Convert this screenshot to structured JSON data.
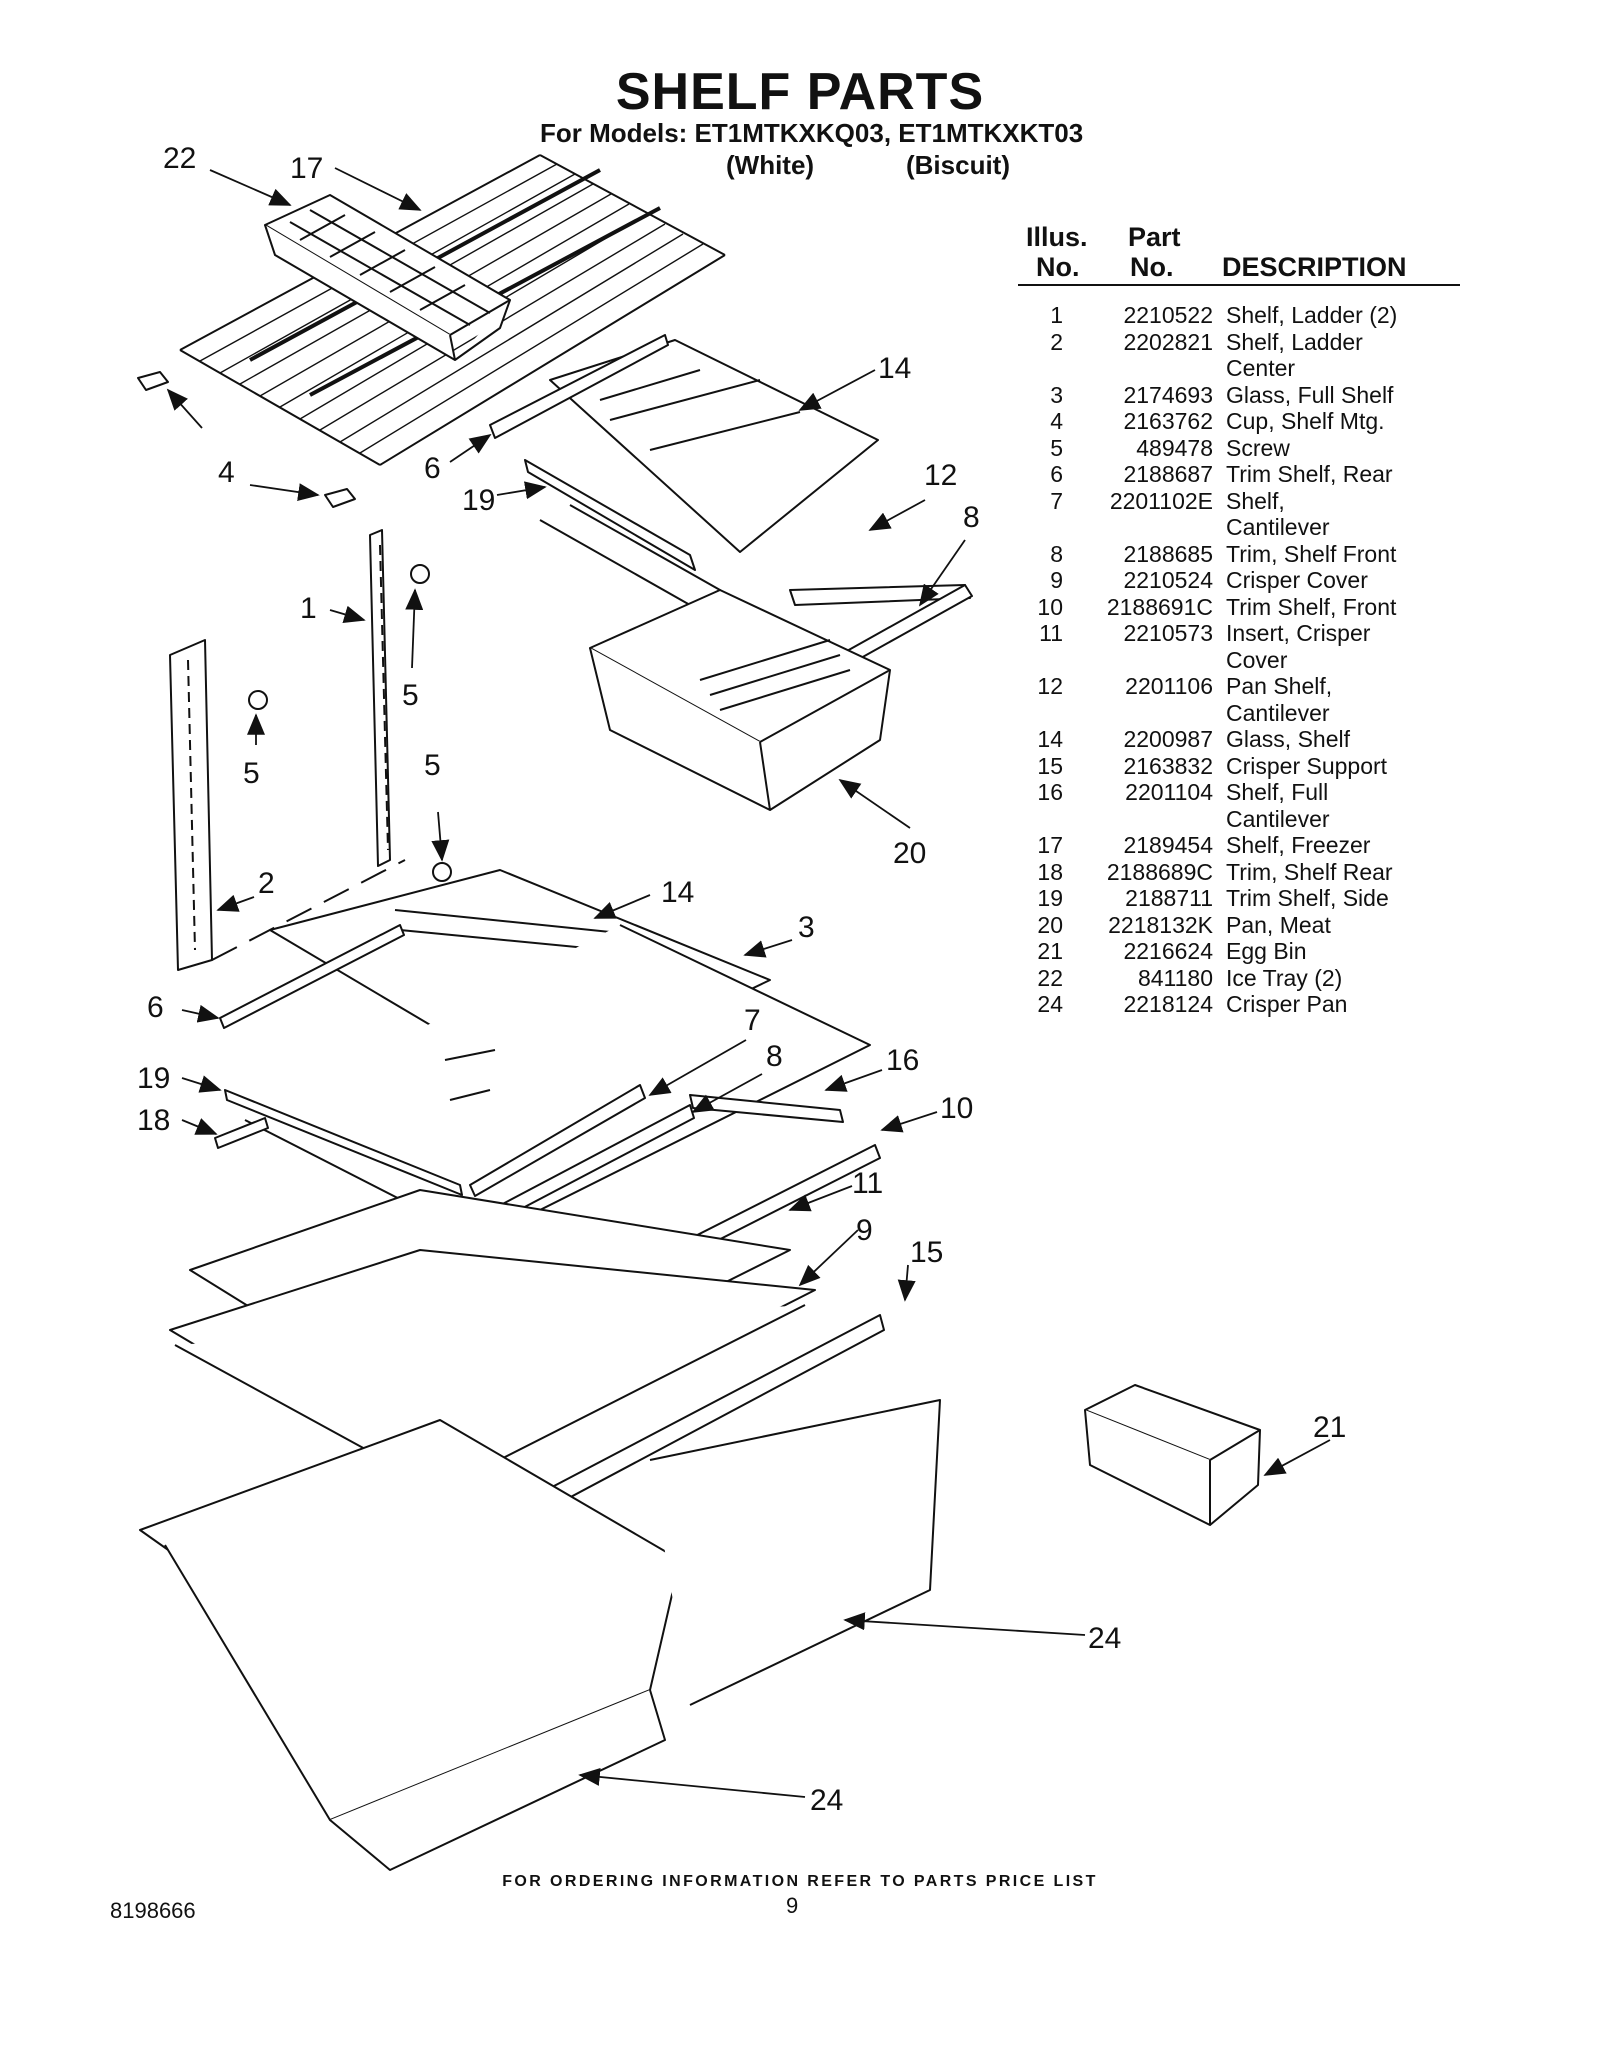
{
  "header": {
    "title": "SHELF PARTS",
    "subtitle": "For Models: ET1MTKXKQ03, ET1MTKXKT03",
    "variant_white": "(White)",
    "variant_biscuit": "(Biscuit)"
  },
  "table": {
    "col_illus": "Illus.",
    "col_illus_no": "No.",
    "col_part": "Part",
    "col_part_no": "No.",
    "col_description": "DESCRIPTION",
    "rows": [
      {
        "illus": "1",
        "part": "2210522",
        "desc": "Shelf, Ladder (2)"
      },
      {
        "illus": "2",
        "part": "2202821",
        "desc": "Shelf, Ladder"
      },
      {
        "illus": "",
        "part": "",
        "desc": "Center"
      },
      {
        "illus": "3",
        "part": "2174693",
        "desc": "Glass, Full Shelf"
      },
      {
        "illus": "4",
        "part": "2163762",
        "desc": "Cup, Shelf Mtg."
      },
      {
        "illus": "5",
        "part": "489478",
        "desc": "Screw"
      },
      {
        "illus": "6",
        "part": "2188687",
        "desc": "Trim Shelf, Rear"
      },
      {
        "illus": "7",
        "part": "2201102E",
        "desc": "Shelf,"
      },
      {
        "illus": "",
        "part": "",
        "desc": "Cantilever"
      },
      {
        "illus": "8",
        "part": "2188685",
        "desc": "Trim, Shelf Front"
      },
      {
        "illus": "9",
        "part": "2210524",
        "desc": "Crisper Cover"
      },
      {
        "illus": "10",
        "part": "2188691C",
        "desc": "Trim Shelf, Front"
      },
      {
        "illus": "11",
        "part": "2210573",
        "desc": "Insert, Crisper"
      },
      {
        "illus": "",
        "part": "",
        "desc": "Cover"
      },
      {
        "illus": "12",
        "part": "2201106",
        "desc": "Pan Shelf,"
      },
      {
        "illus": "",
        "part": "",
        "desc": "Cantilever"
      },
      {
        "illus": "14",
        "part": "2200987",
        "desc": "Glass, Shelf"
      },
      {
        "illus": "15",
        "part": "2163832",
        "desc": "Crisper Support"
      },
      {
        "illus": "16",
        "part": "2201104",
        "desc": "Shelf, Full"
      },
      {
        "illus": "",
        "part": "",
        "desc": "Cantilever"
      },
      {
        "illus": "17",
        "part": "2189454",
        "desc": "Shelf, Freezer"
      },
      {
        "illus": "18",
        "part": "2188689C",
        "desc": "Trim, Shelf Rear"
      },
      {
        "illus": "19",
        "part": "2188711",
        "desc": "Trim Shelf, Side"
      },
      {
        "illus": "20",
        "part": "2218132K",
        "desc": "Pan, Meat"
      },
      {
        "illus": "21",
        "part": "2216624",
        "desc": "Egg Bin"
      },
      {
        "illus": "22",
        "part": "841180",
        "desc": "Ice Tray (2)"
      },
      {
        "illus": "24",
        "part": "2218124",
        "desc": "Crisper Pan"
      }
    ]
  },
  "diagram": {
    "callouts": [
      "22",
      "17",
      "14",
      "4",
      "6",
      "19",
      "12",
      "8",
      "1",
      "5",
      "5",
      "5",
      "20",
      "2",
      "14",
      "3",
      "6",
      "7",
      "8",
      "16",
      "19",
      "18",
      "10",
      "11",
      "9",
      "15",
      "21",
      "24",
      "24"
    ]
  },
  "footer": {
    "note": "FOR ORDERING INFORMATION REFER TO PARTS PRICE LIST",
    "doc_number": "8198666",
    "page_number": "9"
  }
}
